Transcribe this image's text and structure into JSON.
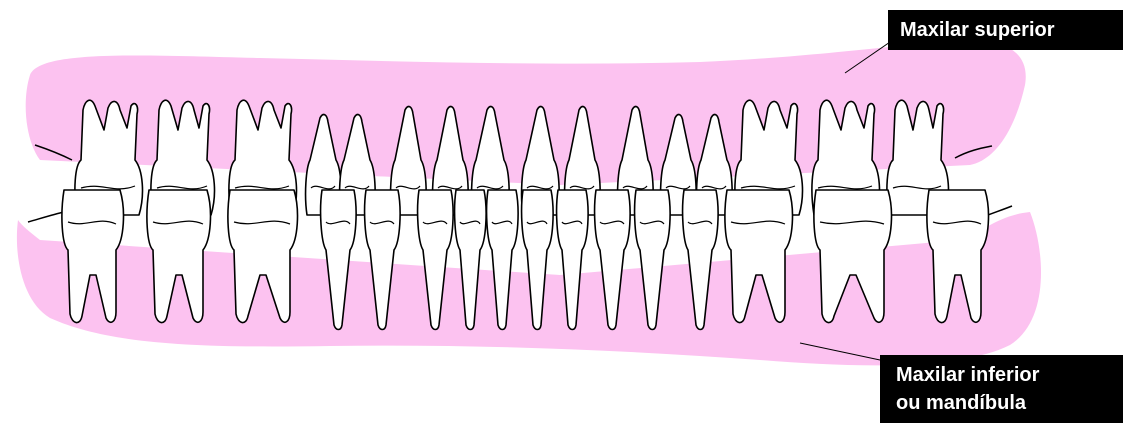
{
  "labels": {
    "upper_jaw": "Maxilar superior",
    "lower_jaw_line1": "Maxilar inferior",
    "lower_jaw_line2": "ou mandíbula"
  },
  "colors": {
    "gum": "#fcc2f0",
    "tooth_fill": "#ffffff",
    "outline": "#000000",
    "label_bg": "#000000",
    "label_text": "#ffffff"
  },
  "teeth": {
    "upper_types": [
      "molar",
      "molar",
      "molar",
      "premolar",
      "premolar",
      "canine",
      "incisor",
      "incisor",
      "incisor",
      "incisor",
      "canine",
      "premolar",
      "premolar",
      "molar",
      "molar",
      "molar"
    ],
    "lower_types": [
      "molar",
      "molar",
      "molar",
      "premolar",
      "premolar",
      "canine",
      "incisor",
      "incisor",
      "incisor",
      "incisor",
      "canine",
      "premolar",
      "premolar",
      "molar",
      "molar",
      "molar"
    ]
  }
}
